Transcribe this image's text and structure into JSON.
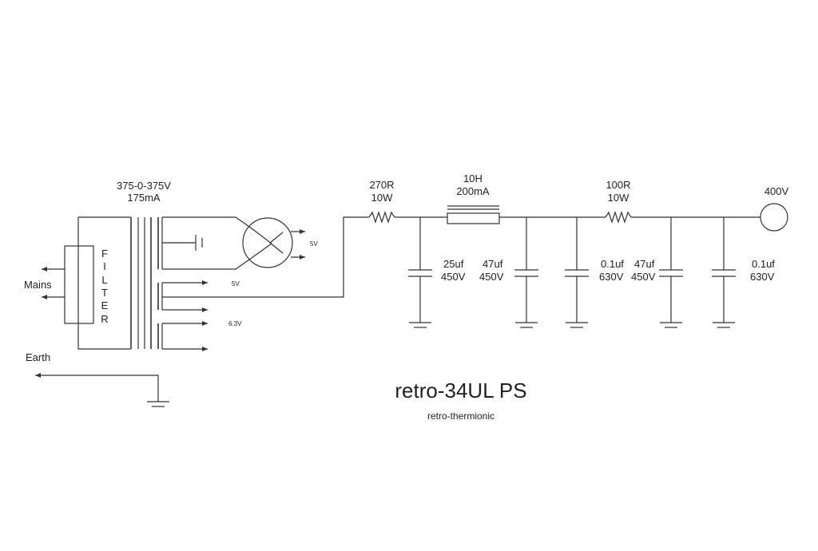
{
  "title": "retro-34UL PS",
  "subtitle": "retro-thermionic",
  "transformer": {
    "voltage": "375-0-375V",
    "current": "175mA"
  },
  "filter_letters": [
    "F",
    "I",
    "L",
    "T",
    "E",
    "R"
  ],
  "labels": {
    "mains": "Mains",
    "earth": "Earth",
    "rect_out": "5V",
    "heater_5v": "5V",
    "heater_6v3": "6.3V",
    "output": "400V"
  },
  "components": {
    "r1": {
      "value": "270R",
      "power": "10W"
    },
    "choke": {
      "value": "10H",
      "current": "200mA"
    },
    "r2": {
      "value": "100R",
      "power": "10W"
    },
    "c1": {
      "value": "25uf",
      "voltage": "450V"
    },
    "c2": {
      "value": "47uf",
      "voltage": "450V"
    },
    "c3": {
      "value": "0.1uf",
      "voltage": "630V"
    },
    "c4": {
      "value": "47uf",
      "voltage": "450V"
    },
    "c5": {
      "value": "0.1uf",
      "voltage": "630V"
    }
  }
}
